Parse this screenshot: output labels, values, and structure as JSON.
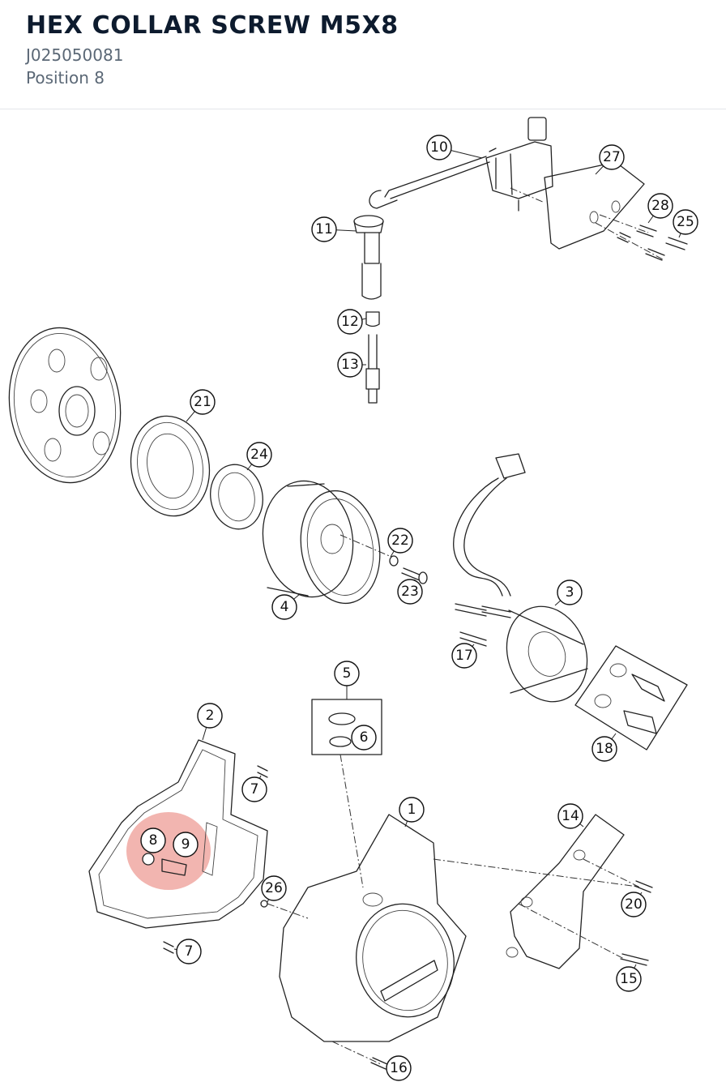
{
  "header": {
    "title": "HEX COLLAR SCREW M5X8",
    "part_number": "J025050081",
    "position": "Position 8"
  },
  "highlight": {
    "color": "#e8796f",
    "position_label": "8"
  },
  "callouts": [
    {
      "label": "10"
    },
    {
      "label": "27"
    },
    {
      "label": "28"
    },
    {
      "label": "25"
    },
    {
      "label": "11"
    },
    {
      "label": "12"
    },
    {
      "label": "13"
    },
    {
      "label": "21"
    },
    {
      "label": "24"
    },
    {
      "label": "22"
    },
    {
      "label": "23"
    },
    {
      "label": "4"
    },
    {
      "label": "3"
    },
    {
      "label": "17"
    },
    {
      "label": "18"
    },
    {
      "label": "5"
    },
    {
      "label": "6"
    },
    {
      "label": "2"
    },
    {
      "label": "7"
    },
    {
      "label": "8"
    },
    {
      "label": "9"
    },
    {
      "label": "1"
    },
    {
      "label": "14"
    },
    {
      "label": "26"
    },
    {
      "label": "20"
    },
    {
      "label": "7"
    },
    {
      "label": "15"
    },
    {
      "label": "16"
    }
  ]
}
